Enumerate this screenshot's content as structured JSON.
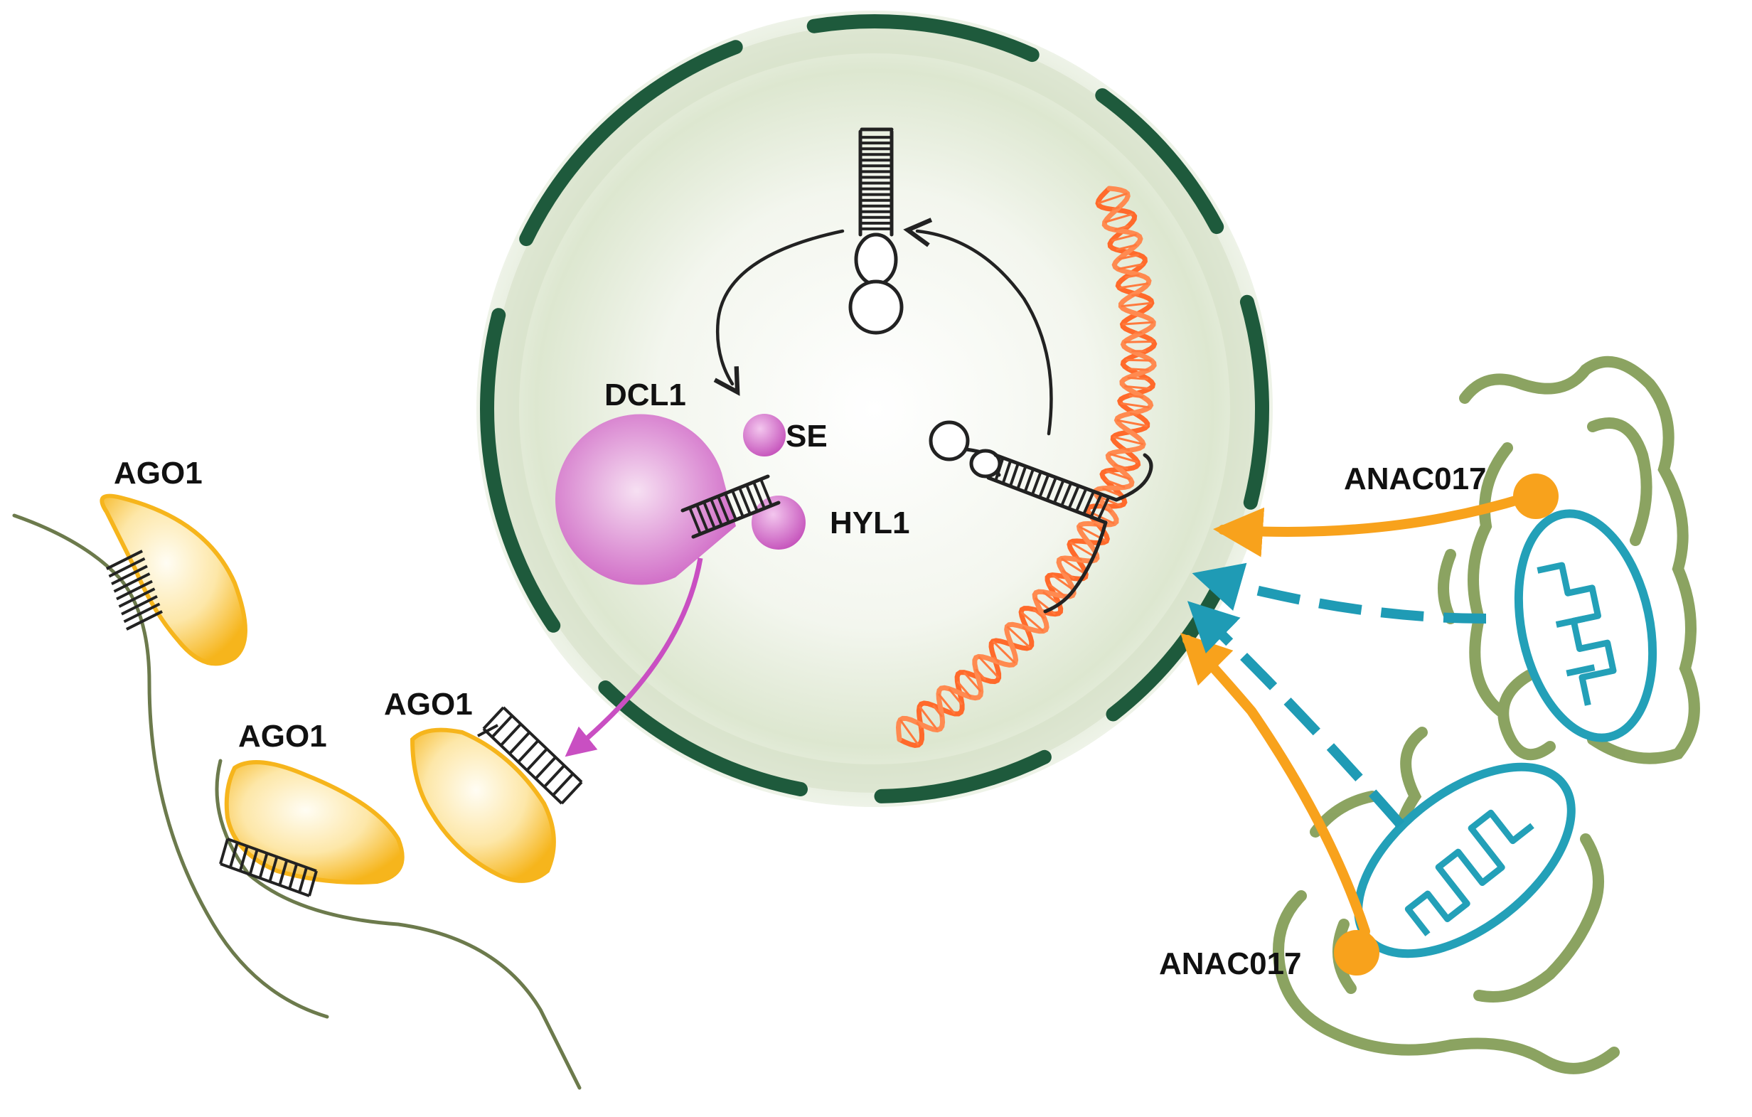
{
  "labels": {
    "dcl1": "DCL1",
    "se": "SE",
    "hyl1": "HYL1",
    "ago1_top": "AGO1",
    "ago1_mid": "AGO1",
    "ago1_right": "AGO1",
    "anac017_top": "ANAC017",
    "anac017_bottom": "ANAC017"
  },
  "colors": {
    "nucleus_fill": "#dfe8d2",
    "nuclear_envelope": "#1e5a3c",
    "dna_helix": "#ff6a2b",
    "dicer_complex": "#cf5fc6",
    "ago1": "#f7b824",
    "anac017": "#f8a21c",
    "retrograde_signal": "#1f9bb5",
    "mitochondria": "#23a0b8",
    "er_membrane": "#7f9a50",
    "mrna_strand": "#6c7a4c",
    "rna_hairpin": "#222222"
  }
}
